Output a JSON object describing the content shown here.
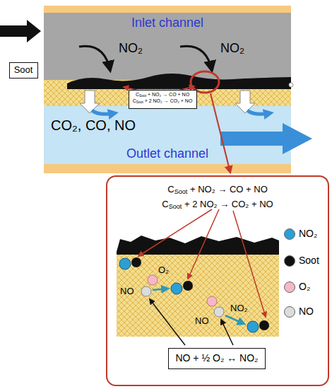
{
  "diagram": {
    "nodes": [
      {
        "text": [
          "Inlet channel"
        ]
      },
      {
        "text": [
          "Soot"
        ]
      },
      {
        "text": [
          "CSoot + NO₂ → CO + NO",
          "CSoot + 2 NO₂ → CO₂ + NO"
        ]
      },
      {
        "text": [
          "Outlet channel"
        ]
      },
      {
        "text": [
          "CSoot + NO₂ → CO + NO",
          "CSoot + 2 NO₂ → CO₂ + NO"
        ]
      },
      {
        "text": [
          "NO + ½ O₂ ↔ NO₂"
        ],
        "in": 4
      }
    ],
    "labels": [
      "NO₂",
      "NO₂",
      "CO₂, CO, NO",
      "O₂",
      "NO",
      "NO",
      "NO₂"
    ],
    "legend": [
      {
        "text": "NO₂",
        "color": "#2b9fd6"
      },
      {
        "text": "Soot",
        "color": "#111111"
      },
      {
        "text": "O₂",
        "color": "#f6b8c8"
      },
      {
        "text": "NO",
        "color": "#dcdcdc"
      }
    ]
  }
}
